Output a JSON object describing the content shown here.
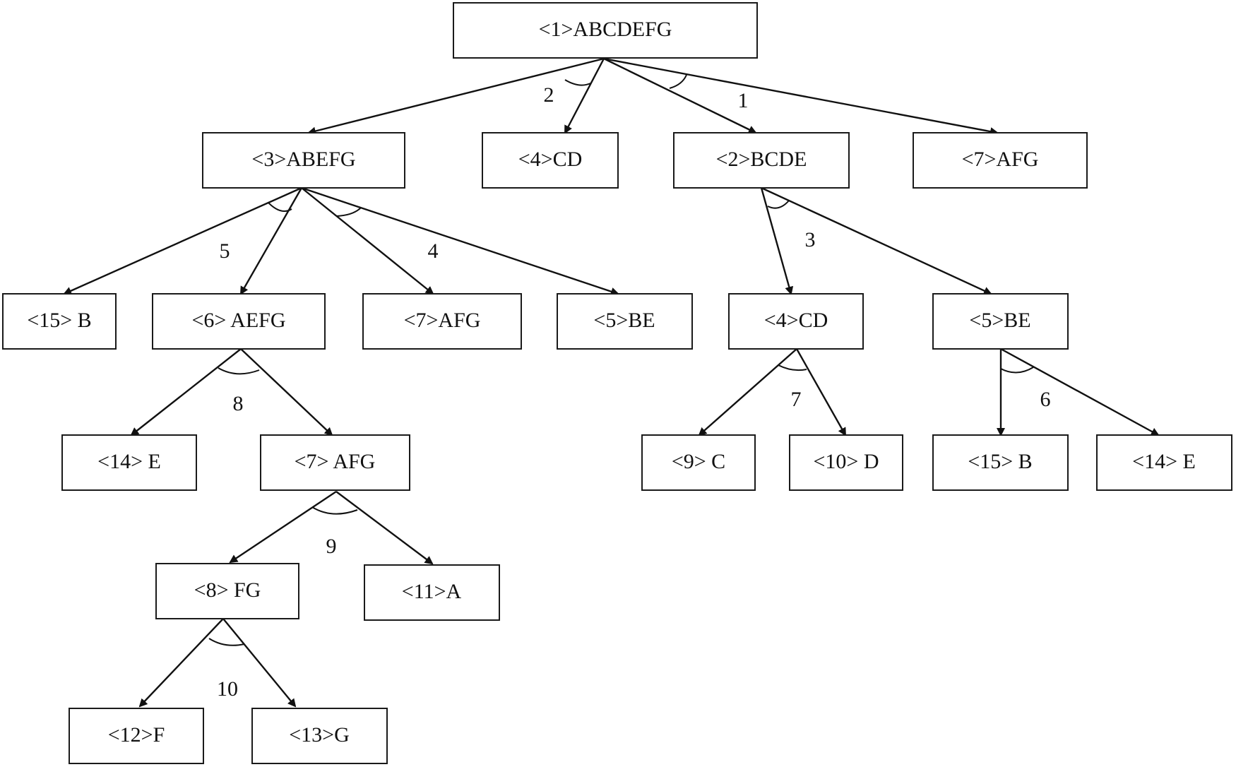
{
  "nodes": {
    "n1": "<1>ABCDEFG",
    "n3": "<3>ABEFG",
    "n4a": "<4>CD",
    "n2": "<2>BCDE",
    "n7a": "<7>AFG",
    "n15a": "<15> B",
    "n6": "<6> AEFG",
    "n7b": "<7>AFG",
    "n5a": "<5>BE",
    "n4b": "<4>CD",
    "n5b": "<5>BE",
    "n14a": "<14> E",
    "n7c": "<7> AFG",
    "n9": "<9> C",
    "n10": "<10> D",
    "n15b": "<15> B",
    "n14b": "<14> E",
    "n8": "<8> FG",
    "n11": "<11>A",
    "n12": "<12>F",
    "n13": "<13>G"
  },
  "connector_labels": {
    "l1": "1",
    "l2": "2",
    "l3": "3",
    "l4": "4",
    "l5": "5",
    "l6": "6",
    "l7": "7",
    "l8": "8",
    "l9": "9",
    "l10": "10"
  },
  "colors": {
    "stroke": "#111111",
    "background": "#ffffff"
  }
}
